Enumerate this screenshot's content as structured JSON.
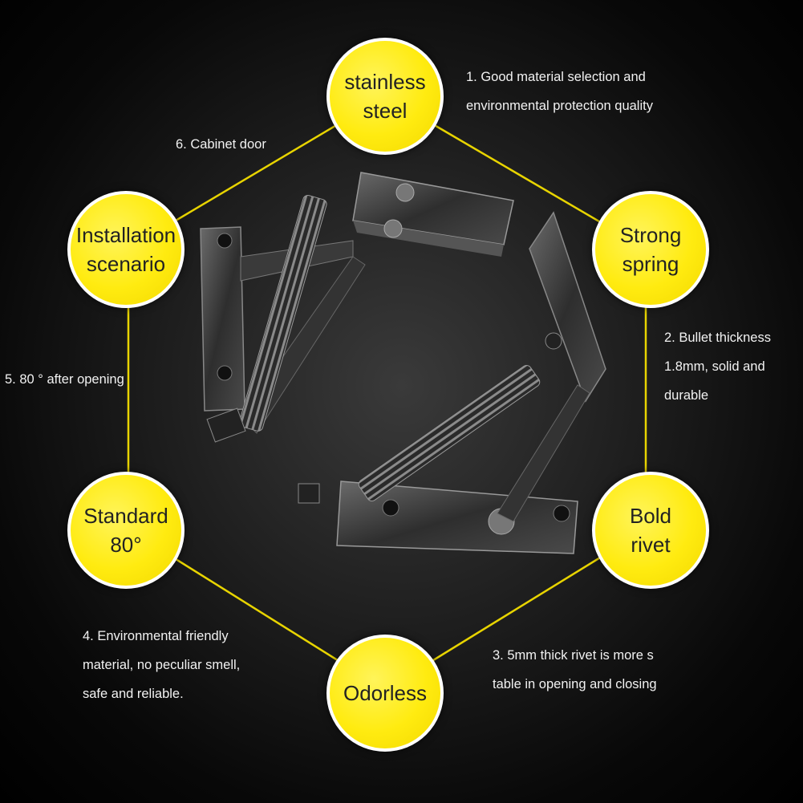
{
  "circles": {
    "top": "stainless\nsteel",
    "upper_right": "Strong\nspring",
    "lower_right": "Bold\nrivet",
    "bottom": "Odorless",
    "lower_left": "Standard\n80°",
    "upper_left": "Installation\nscenario"
  },
  "notes": {
    "n1": "1. Good material selection and\nenvironmental protection quality",
    "n2": "2. Bullet thickness\n1.8mm, solid and\ndurable",
    "n3": "3. 5mm thick rivet is more s\ntable in opening and closing",
    "n4": "4. Environmental friendly\nmaterial, no peculiar smell,\nsafe and reliable.",
    "n5": "5. 80 ° after opening",
    "n6": "6. Cabinet door"
  },
  "colors": {
    "accent_yellow": "#ffeb10",
    "line_yellow": "#e8d400",
    "background": "#000000",
    "text": "#f2f2f2"
  }
}
